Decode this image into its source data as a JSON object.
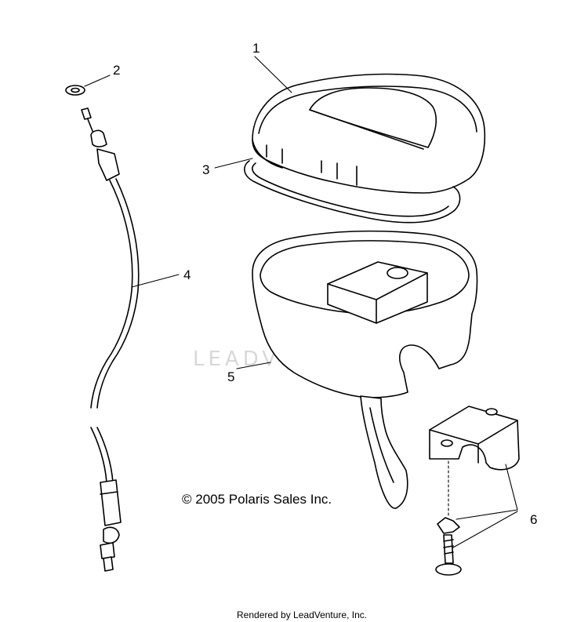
{
  "callouts": {
    "c1": "1",
    "c2": "2",
    "c3": "3",
    "c4": "4",
    "c5": "5",
    "c6": "6"
  },
  "copyright": "© 2005 Polaris Sales Inc.",
  "watermark": "LEADVENTURE",
  "footer": "Rendered by LeadVenture, Inc."
}
